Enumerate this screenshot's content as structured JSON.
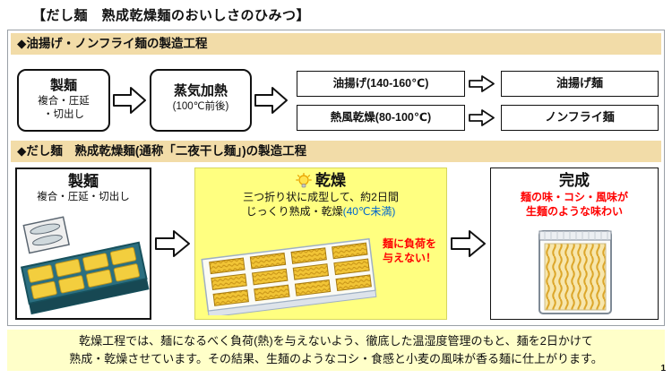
{
  "page": {
    "title": "【だし麺　熟成乾燥麺のおいしさのひみつ】",
    "page_number": "1"
  },
  "colors": {
    "header_bg": "#F2DCA8",
    "highlight_bg": "#FFFF80",
    "footer_bg": "#FFFFC9",
    "accent_red": "#FF0000",
    "accent_blue": "#0066CC"
  },
  "section1": {
    "header": "◆油揚げ・ノンフライ麺の製造工程",
    "step_seimen": {
      "title": "製麺",
      "sub_line1": "複合・圧延",
      "sub_line2": "・切出し"
    },
    "step_steam": {
      "title": "蒸気加熱",
      "sub": "(100℃前後)"
    },
    "branch_fried": {
      "process": "油揚げ(140-160℃)",
      "result": "油揚げ麺"
    },
    "branch_nonfried": {
      "process": "熱風乾燥(80-100℃)",
      "result": "ノンフライ麺"
    }
  },
  "section2": {
    "header": "◆だし麺　熟成乾燥麺(通称「二夜干し麺」)の製造工程",
    "step_seimen": {
      "title": "製麺",
      "sub": "複合・圧延・切出し"
    },
    "step_dry": {
      "title": "乾燥",
      "desc_line1": "三つ折り状に成型して、約2日間",
      "desc_line2_black": "じっくり熟成・乾燥",
      "desc_line2_blue": "(40℃未満)",
      "callout_line1": "麺に負荷を",
      "callout_line2": "与えない！"
    },
    "step_done": {
      "title": "完成",
      "note_line1": "麺の味・コシ・風味が",
      "note_line2": "生麺のような味わい"
    }
  },
  "footer": {
    "line1": "乾燥工程では、麺になるべく負荷(熱)を与えないよう、徹底した温湿度管理のもと、麺を2日かけて",
    "line2": "熟成・乾燥させています。その結果、生麺のようなコシ・食感と小麦の風味が香る麺に仕上がります。"
  }
}
